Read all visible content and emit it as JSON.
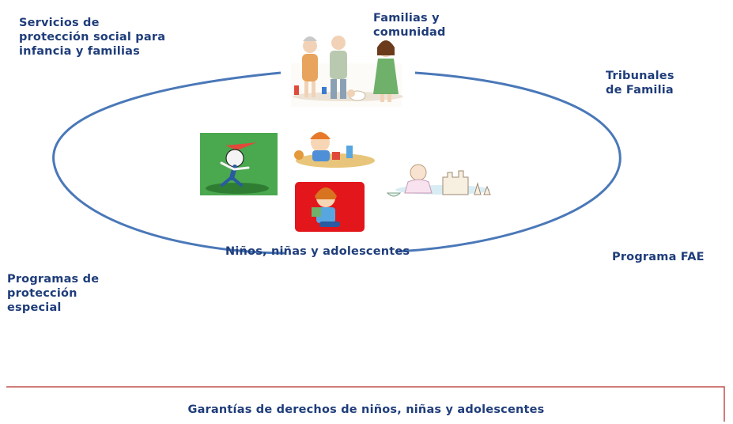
{
  "labels": {
    "servicios": "Servicios de\nprotección social para\ninfancia y familias",
    "familias": "Familias y\ncomunidad",
    "tribunales": "Tribunales\nde Familia",
    "ninos": "Niños, niñas y adolescentes",
    "fae": "Programa FAE",
    "programas": "Programas de\nprotección\nespecial"
  },
  "footer": {
    "text": "Garantías de derechos de niños, niñas y adolescentes"
  },
  "colors": {
    "text": "#1f3d7a",
    "ellipse": "#4a78b8",
    "footer_border": "#c0504d"
  },
  "illustrations": [
    "family-illustration",
    "running-child-illustration",
    "child-playing-sand-illustration",
    "child-sandcastle-illustration",
    "child-reading-illustration"
  ]
}
